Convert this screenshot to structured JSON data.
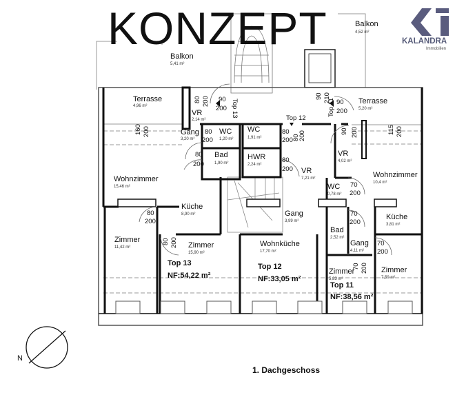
{
  "watermark": "KONZEPT",
  "brand": {
    "name": "KALANDRA",
    "subtitle": "Immobilien",
    "color": "#5a5c7e"
  },
  "floor_label": "1. Dachgeschoss",
  "rooms": [
    {
      "name": "Balkon",
      "area": "4,52 m²"
    },
    {
      "name": "Balkon",
      "area": "5,41 m²"
    },
    {
      "name": "Terrasse",
      "area": "4,96 m²"
    },
    {
      "name": "VR",
      "area": "2,14 m²"
    },
    {
      "name": "Gang",
      "area": "3,20 m²"
    },
    {
      "name": "WC",
      "area": "1,20 m²"
    },
    {
      "name": "WC",
      "area": "1,91 m²"
    },
    {
      "name": "Bad",
      "area": "1,90 m²"
    },
    {
      "name": "HWR",
      "area": "2,24 m²"
    },
    {
      "name": "VR",
      "area": "7,21 m²"
    },
    {
      "name": "Terrasse",
      "area": "5,20 m²"
    },
    {
      "name": "VR",
      "area": "4,02 m²"
    },
    {
      "name": "Wohnzimmer",
      "area": "10,4 m²"
    },
    {
      "name": "WC",
      "area": "0,78 m²"
    },
    {
      "name": "Wohnzimmer",
      "area": "15,46 m²"
    },
    {
      "name": "Küche",
      "area": "8,90 m²"
    },
    {
      "name": "Gang",
      "area": "3,99 m²"
    },
    {
      "name": "Küche",
      "area": "3,81 m²"
    },
    {
      "name": "Zimmer",
      "area": "11,42 m²"
    },
    {
      "name": "Zimmer",
      "area": "15,90 m²"
    },
    {
      "name": "Wohnküche",
      "area": "17,70 m²"
    },
    {
      "name": "Bad",
      "area": "2,52 m²"
    },
    {
      "name": "Gang",
      "area": "4,11 m²"
    },
    {
      "name": "Zimmer",
      "area": "5,83 m²"
    },
    {
      "name": "Zimmer",
      "area": "7,59 m²"
    }
  ],
  "units": [
    {
      "name": "Top 13",
      "area": "NF:54,22 m²"
    },
    {
      "name": "Top 12",
      "area": "NF:33,05 m²"
    },
    {
      "name": "Top 11",
      "area": "NF:38,56 m²"
    }
  ],
  "entrance_labels": [
    "Top 13",
    "Top 12",
    "Top 11"
  ],
  "dims": [
    "80",
    "200",
    "90",
    "200",
    "160",
    "200",
    "80",
    "200",
    "80",
    "200",
    "80",
    "200",
    "80",
    "200",
    "80",
    "200",
    "90",
    "210",
    "90",
    "200",
    "90",
    "200",
    "115",
    "200",
    "70",
    "200",
    "70",
    "200",
    "70",
    "200",
    "80",
    "200",
    "80",
    "200",
    "70",
    "200"
  ]
}
